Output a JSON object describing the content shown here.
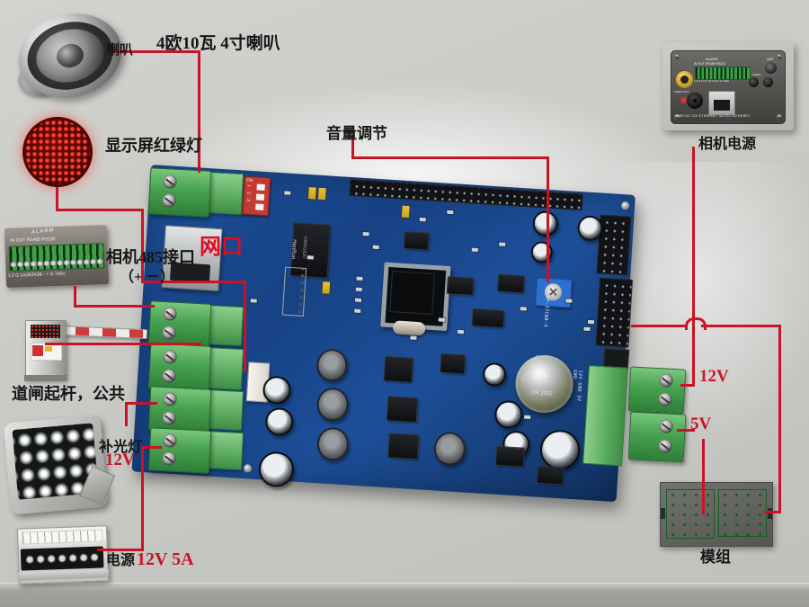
{
  "colors": {
    "annotation_red": "#c91326",
    "pcb_blue": "#1b4a8e",
    "terminal_green": "#46a24f",
    "module_green": "#2f9e47",
    "led_matrix_red": "#ff2a1e",
    "dip_switch_red": "#c23a30",
    "net_port_red": "#e00b1e"
  },
  "annotations": {
    "speaker_label": "喇叭",
    "speaker_spec": "4欧10瓦 4寸喇叭",
    "display_label": "显示屏红绿灯",
    "rs485_label": "相机485接口",
    "rs485_sub": "（+ －）",
    "gate_label": "道闸起杆，公共",
    "fill_light_label": "补光灯",
    "fill_light_voltage": "12V",
    "psu_label": "电源",
    "psu_spec": "12V 5A",
    "volume_label": "音量调节",
    "net_port_label": "网口",
    "camera_power_label": "相机电源",
    "right_12v": "12V",
    "right_5v": "5V",
    "module_label": "模组"
  },
  "alarm_device": {
    "title": "ALARM",
    "ports": "IN      OUT      RS485   RS232",
    "pins": "1 2 G 1A1B2A2B ·  + G TxRx"
  },
  "camera_device": {
    "alarm": "ALARM",
    "ports": "IN   OUT   RS485  RS232",
    "pins": "1 2 3 4 5 6 7 8 9 10 J G TxRx",
    "ant": "ANT",
    "audio": "AUDIO",
    "video": "VIDEO OUT",
    "bottom": "PWR DC 12V   ETHERNET   MICRO SD   RESET"
  },
  "board_silk": {
    "dip_on": "ON",
    "dip_nums": "1 2 3",
    "eth_chip": "HanRun",
    "eth_chip_pn": "HR601620",
    "battery_text": "LITHIUM BATTERY",
    "battery_model": "CR 2032",
    "board_code": "DF-37CWB-4",
    "power_silk": "12V GND  5V GND"
  }
}
